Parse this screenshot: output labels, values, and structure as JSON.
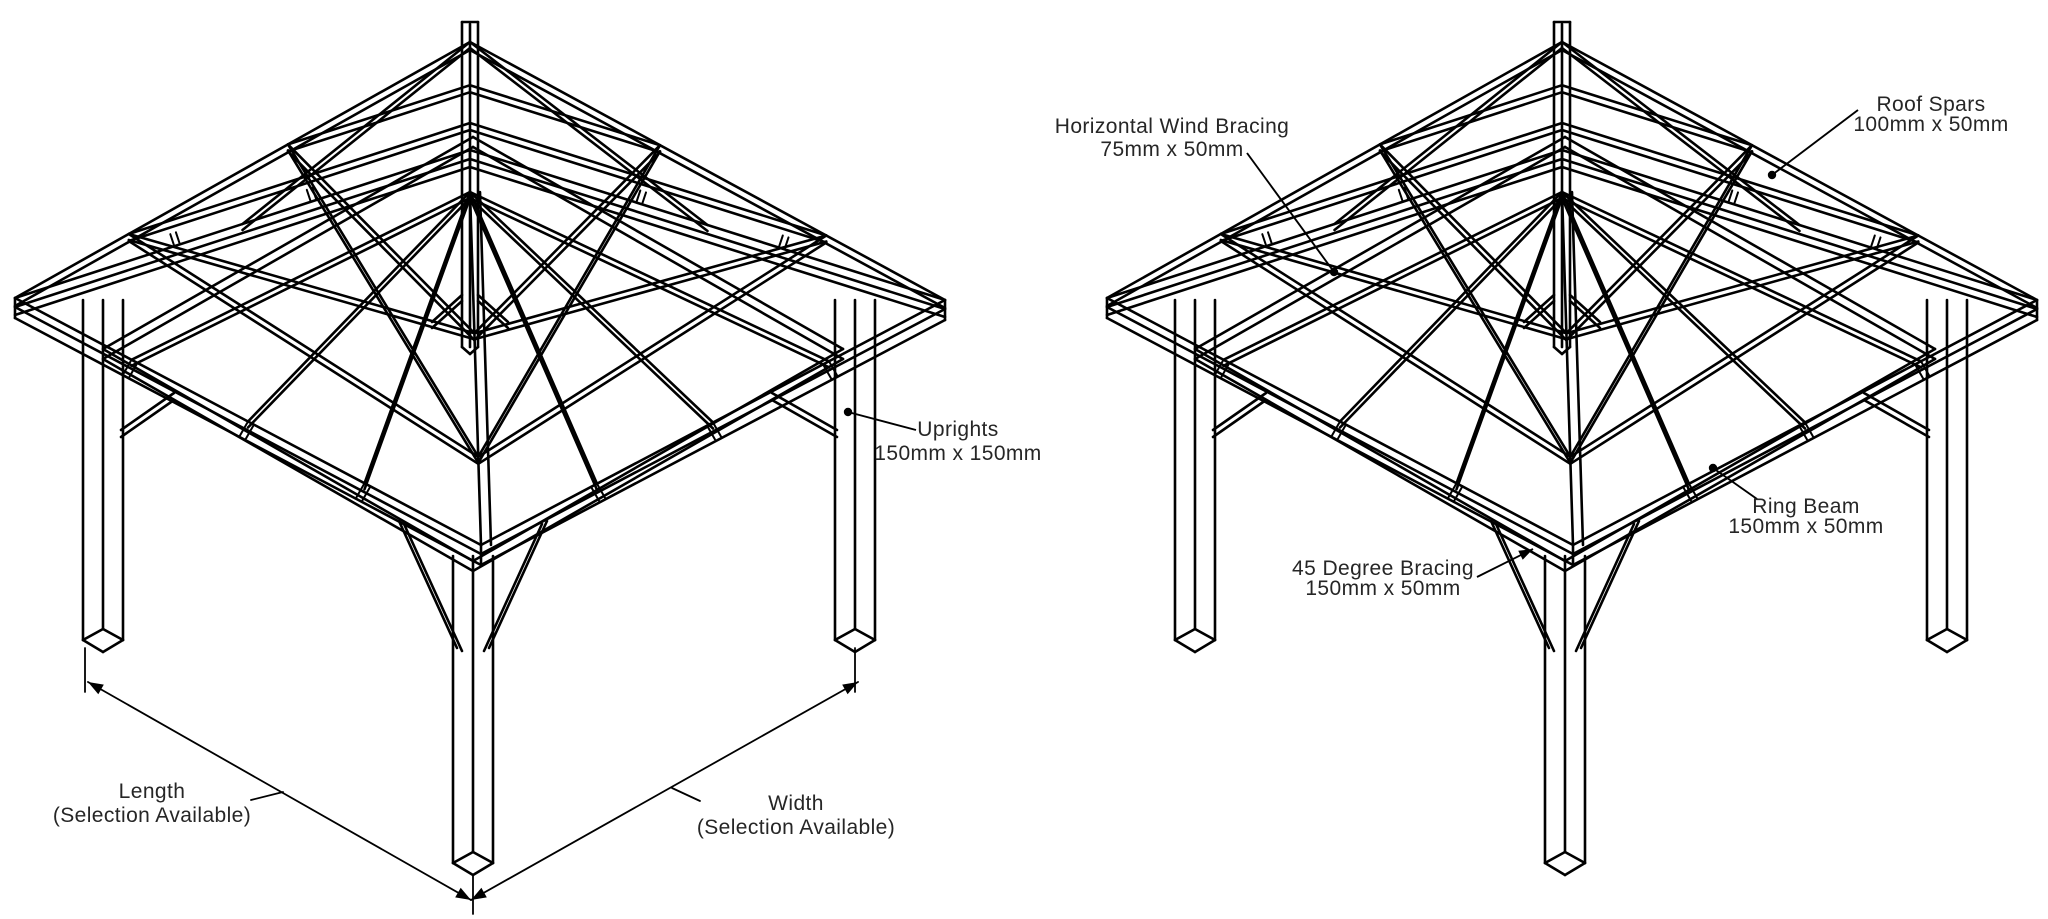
{
  "page": {
    "background": "#ffffff",
    "line_color": "#000000",
    "text_color": "#262626"
  },
  "left_diagram": {
    "name": "gazebo-frame-overall-dimensions-view",
    "labels": {
      "uprights": {
        "line1": "Uprights",
        "line2": "150mm x 150mm"
      },
      "length": {
        "line1": "Length",
        "line2": "(Selection Available)"
      },
      "width": {
        "line1": "Width",
        "line2": "(Selection Available)"
      }
    }
  },
  "right_diagram": {
    "name": "gazebo-frame-component-callouts-view",
    "labels": {
      "horizontal_wind_bracing": {
        "line1": "Horizontal Wind Bracing",
        "line2": "75mm x 50mm"
      },
      "roof_spars": {
        "line1": "Roof Spars",
        "line2": "100mm x 50mm"
      },
      "ring_beam": {
        "line1": "Ring Beam",
        "line2": "150mm x 50mm"
      },
      "deg45_bracing": {
        "line1": "45 Degree Bracing",
        "line2": "150mm x 50mm"
      }
    }
  }
}
